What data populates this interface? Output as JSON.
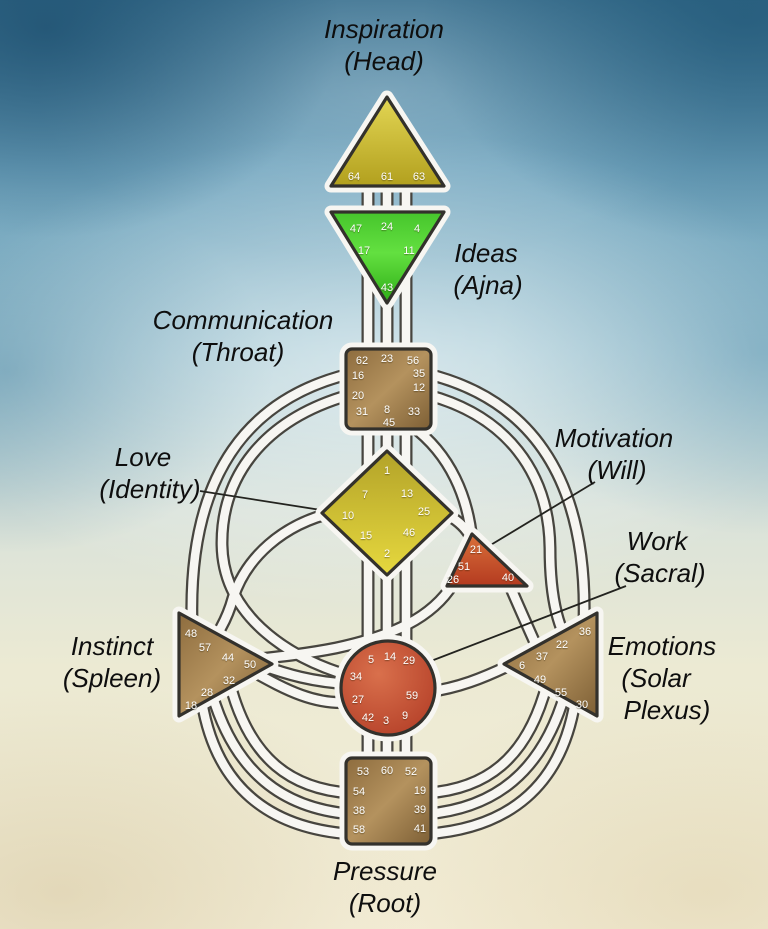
{
  "centers": {
    "head": {
      "shape": "triangle-up",
      "color": "#c8b72e",
      "gates": [
        "64",
        "61",
        "63"
      ]
    },
    "ajna": {
      "shape": "triangle-down",
      "color": "#44cb29",
      "gates": [
        "47",
        "24",
        "4",
        "17",
        "11",
        "43"
      ]
    },
    "throat": {
      "shape": "square",
      "color": "#a8864f",
      "gates": [
        "62",
        "23",
        "56",
        "16",
        "35",
        "20",
        "12",
        "31",
        "8",
        "33",
        "45"
      ]
    },
    "identity": {
      "shape": "diamond",
      "color": "#d3c334",
      "gates": [
        "1",
        "7",
        "13",
        "10",
        "25",
        "15",
        "46",
        "2"
      ]
    },
    "will": {
      "shape": "triangle-up",
      "color": "#c6552c",
      "gates": [
        "21",
        "51",
        "26",
        "40"
      ]
    },
    "sacral": {
      "shape": "circle",
      "color": "#c04a2e",
      "gates": [
        "5",
        "14",
        "29",
        "34",
        "27",
        "59",
        "42",
        "3",
        "9"
      ]
    },
    "spleen": {
      "shape": "triangle-right",
      "color": "#a8864f",
      "gates": [
        "48",
        "57",
        "44",
        "50",
        "32",
        "28",
        "18"
      ]
    },
    "solar_plexus": {
      "shape": "triangle-left",
      "color": "#a8864f",
      "gates": [
        "36",
        "22",
        "37",
        "6",
        "49",
        "55",
        "30"
      ]
    },
    "root": {
      "shape": "square",
      "color": "#a8864f",
      "gates": [
        "53",
        "60",
        "52",
        "54",
        "19",
        "38",
        "39",
        "58",
        "41"
      ]
    }
  },
  "labels": {
    "head": [
      "Inspiration",
      "(Head)"
    ],
    "ajna": [
      "Ideas",
      "(Ajna)"
    ],
    "throat": [
      "Communication",
      "(Throat)"
    ],
    "identity": [
      "Love",
      "(Identity)"
    ],
    "will": [
      "Motivation",
      "(Will)"
    ],
    "sacral": [
      "Work",
      "(Sacral)"
    ],
    "spleen": [
      "Instinct",
      "(Spleen)"
    ],
    "solar_plexus": [
      "Emotions",
      "(Solar",
      "Plexus)"
    ],
    "root": [
      "Pressure",
      "(Root)"
    ]
  },
  "palette": {
    "channel_core": "#f7f6f2",
    "channel_outline": "#47453f",
    "label_text": "#0e0e0e",
    "gate_text": "#ffffff",
    "sky_top": "#39708f",
    "sky_bottom": "#f4eed8"
  }
}
